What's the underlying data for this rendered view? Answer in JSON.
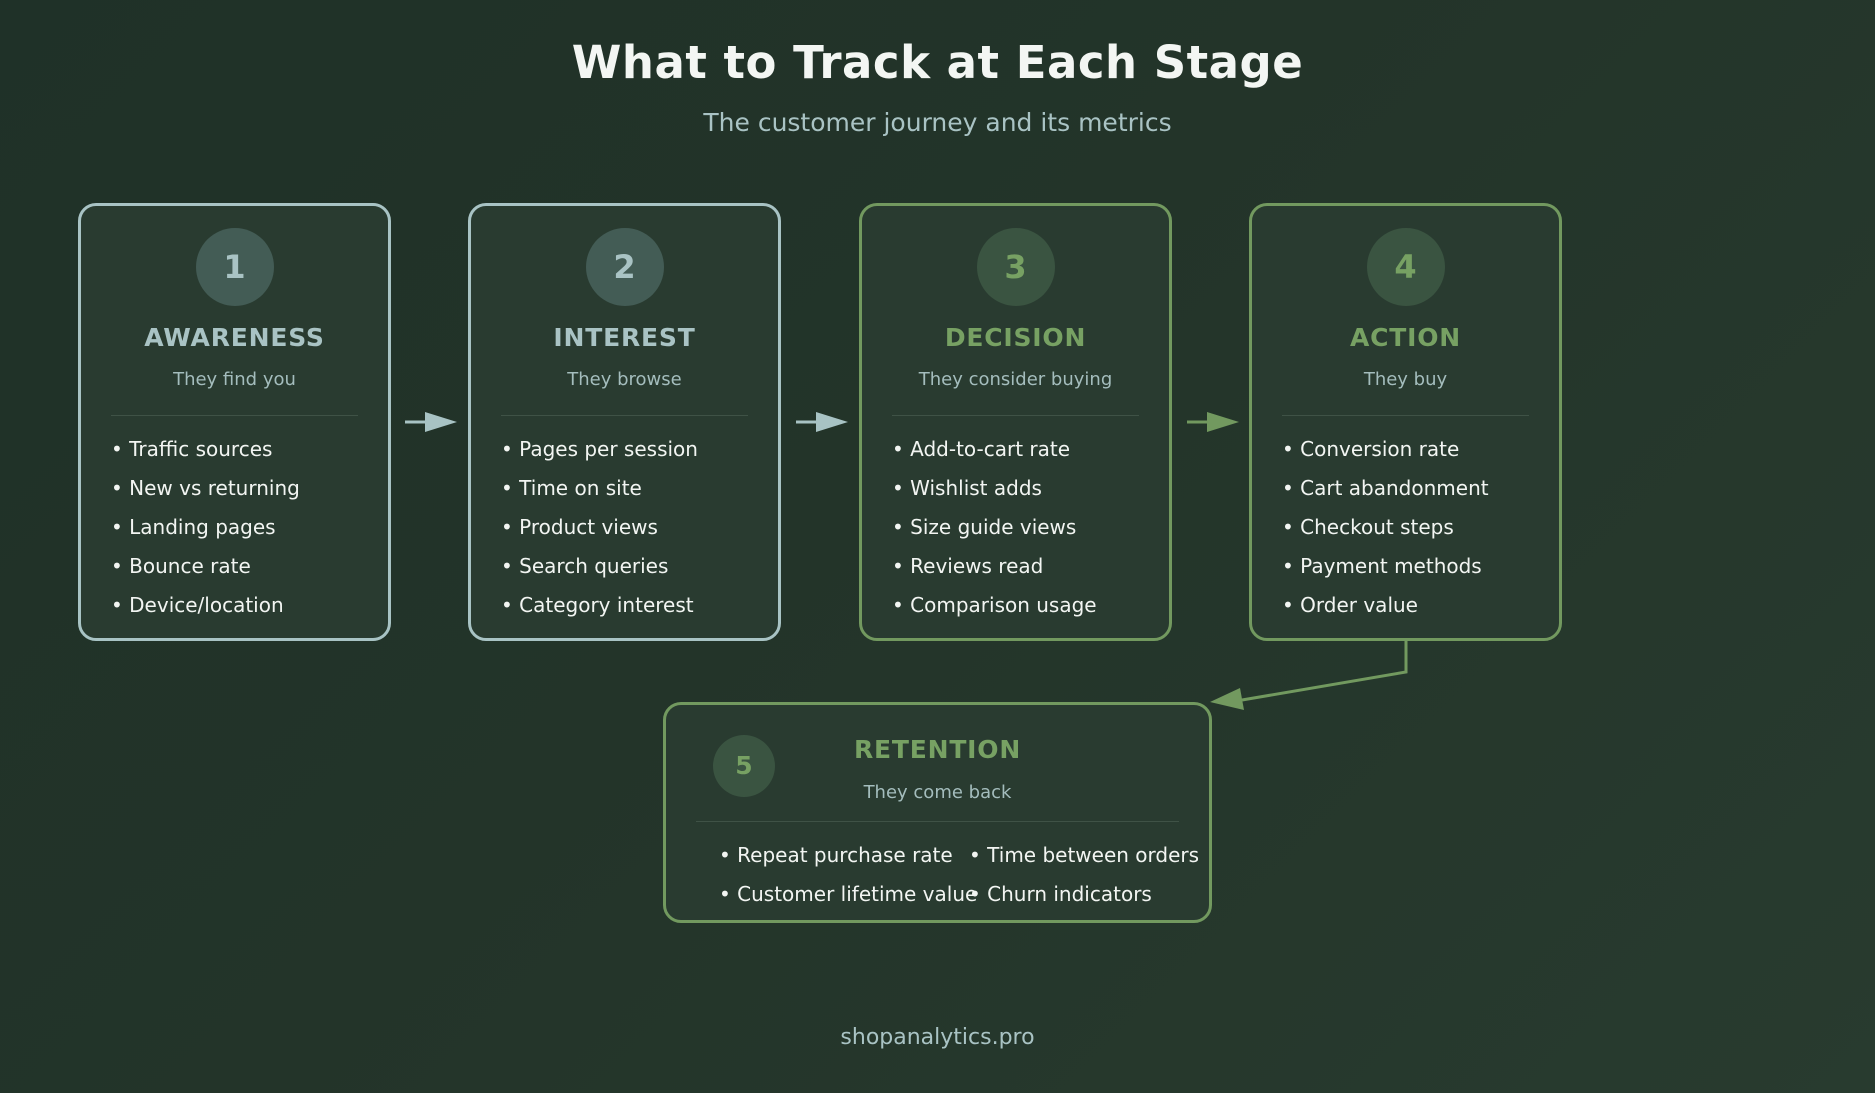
{
  "header": {
    "title": "What to Track at Each Stage",
    "subtitle": "The customer journey and its metrics"
  },
  "stages": [
    {
      "number": "1",
      "name": "AWARENESS",
      "description": "They find you",
      "metrics": [
        "Traffic sources",
        "New vs returning",
        "Landing pages",
        "Bounce rate",
        "Device/location"
      ]
    },
    {
      "number": "2",
      "name": "INTEREST",
      "description": "They browse",
      "metrics": [
        "Pages per session",
        "Time on site",
        "Product views",
        "Search queries",
        "Category interest"
      ]
    },
    {
      "number": "3",
      "name": "DECISION",
      "description": "They consider buying",
      "metrics": [
        "Add-to-cart rate",
        "Wishlist adds",
        "Size guide views",
        "Reviews read",
        "Comparison usage"
      ]
    },
    {
      "number": "4",
      "name": "ACTION",
      "description": "They buy",
      "metrics": [
        "Conversion rate",
        "Cart abandonment",
        "Checkout steps",
        "Payment methods",
        "Order value"
      ]
    },
    {
      "number": "5",
      "name": "RETENTION",
      "description": "They come back",
      "metrics": [
        "Repeat purchase rate",
        "Customer lifetime value",
        "Time between orders",
        "Churn indicators"
      ]
    }
  ],
  "footer": {
    "text": "shopanalytics.pro"
  },
  "colors": {
    "background": "#223328",
    "card_fill": "#293b30",
    "blue_accent": "#a8c3c4",
    "green_accent": "#72995f",
    "text": "#f2f5f2"
  }
}
